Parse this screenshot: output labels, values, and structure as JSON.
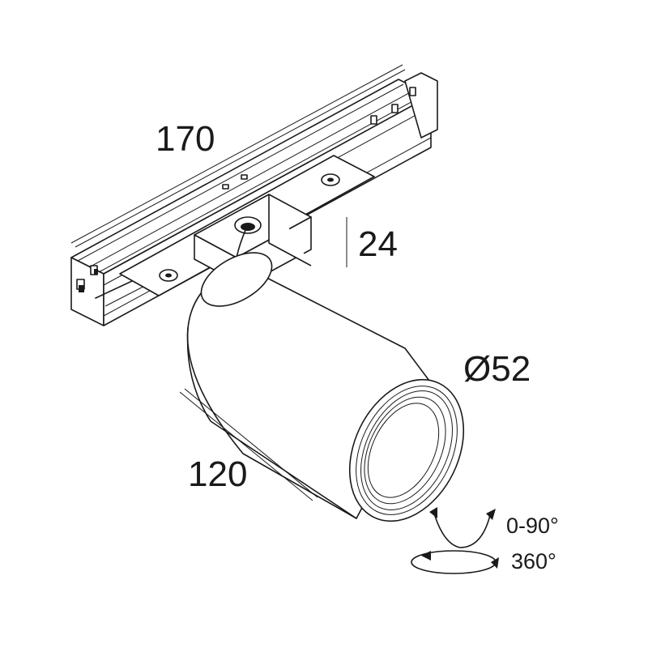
{
  "dimensions": {
    "length": "170",
    "height": "24",
    "diameter": "Ø52",
    "body_length": "120"
  },
  "rotation": {
    "tilt": "0-90°",
    "rotate": "360°"
  },
  "colors": {
    "line": "#1a1a1a",
    "background": "#ffffff"
  }
}
